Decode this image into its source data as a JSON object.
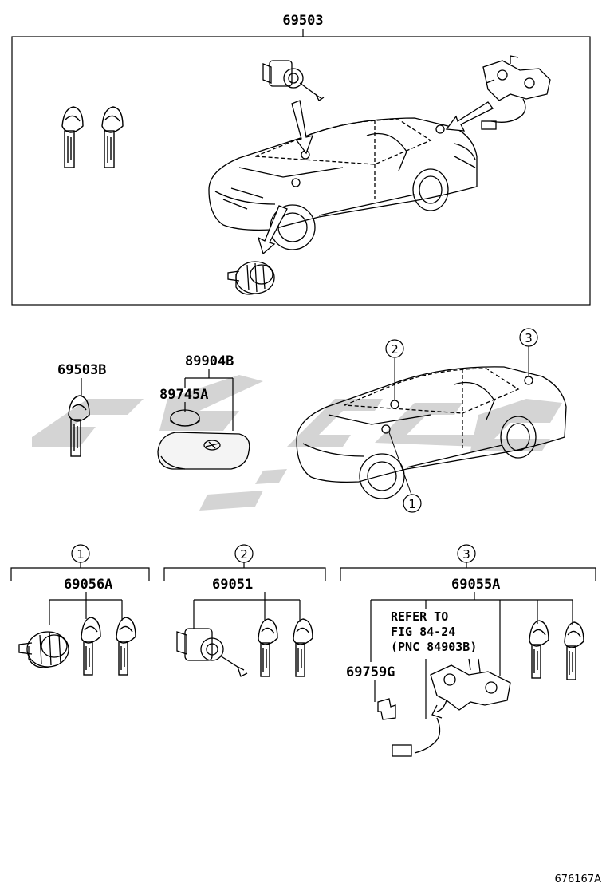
{
  "diagram": {
    "kit_main": "69503",
    "key_single": "69503B",
    "transmitter": "89904B",
    "battery": "89745A",
    "callout_1": "1",
    "callout_2": "2",
    "callout_3": "3",
    "set_1": {
      "circle": "1",
      "number": "69056A"
    },
    "set_2": {
      "circle": "2",
      "number": "69051"
    },
    "set_3": {
      "circle": "3",
      "number": "69055A"
    },
    "refer_line_1": "REFER TO",
    "refer_line_2": "FIG 84-24",
    "refer_line_3": "(PNC 84903B)",
    "bracket_part": "69759G",
    "figure_id": "676167A"
  }
}
